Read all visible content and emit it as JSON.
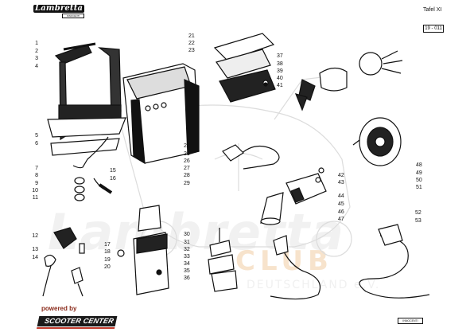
{
  "header": {
    "brand": "Lambretta",
    "brand_sub": "INNOCENTI",
    "plate": "Tafel  XI",
    "ref": "19 - 011"
  },
  "watermark": {
    "main": "Lambretta",
    "club": "CLUB",
    "sub": "DEUTSCHLAND e.V."
  },
  "footer": {
    "powered_by": "powered by",
    "sponsor": "SCOOTER CENTER",
    "maker": "INNOCENTI"
  },
  "callouts_left": [
    "1",
    "2",
    "3",
    "4",
    "5",
    "6",
    "7",
    "8",
    "9",
    "10",
    "11"
  ],
  "callouts_mid_a": [
    "12",
    "13",
    "14"
  ],
  "callouts_group": [
    "15",
    "16",
    "17",
    "18",
    "19",
    "20"
  ],
  "callouts_box": [
    "21",
    "22",
    "23"
  ],
  "callouts_box_right": [
    "24",
    "25",
    "26",
    "27",
    "28",
    "29"
  ],
  "callouts_reg": [
    "30",
    "31",
    "32",
    "33",
    "34",
    "35",
    "36"
  ],
  "callouts_horn": [
    "37",
    "38",
    "39",
    "40",
    "41"
  ],
  "callouts_switch": [
    "42",
    "43",
    "44",
    "45",
    "46",
    "47"
  ],
  "callouts_horn2": [
    "48",
    "49",
    "50",
    "51"
  ],
  "callouts_light": [
    "52",
    "53"
  ]
}
